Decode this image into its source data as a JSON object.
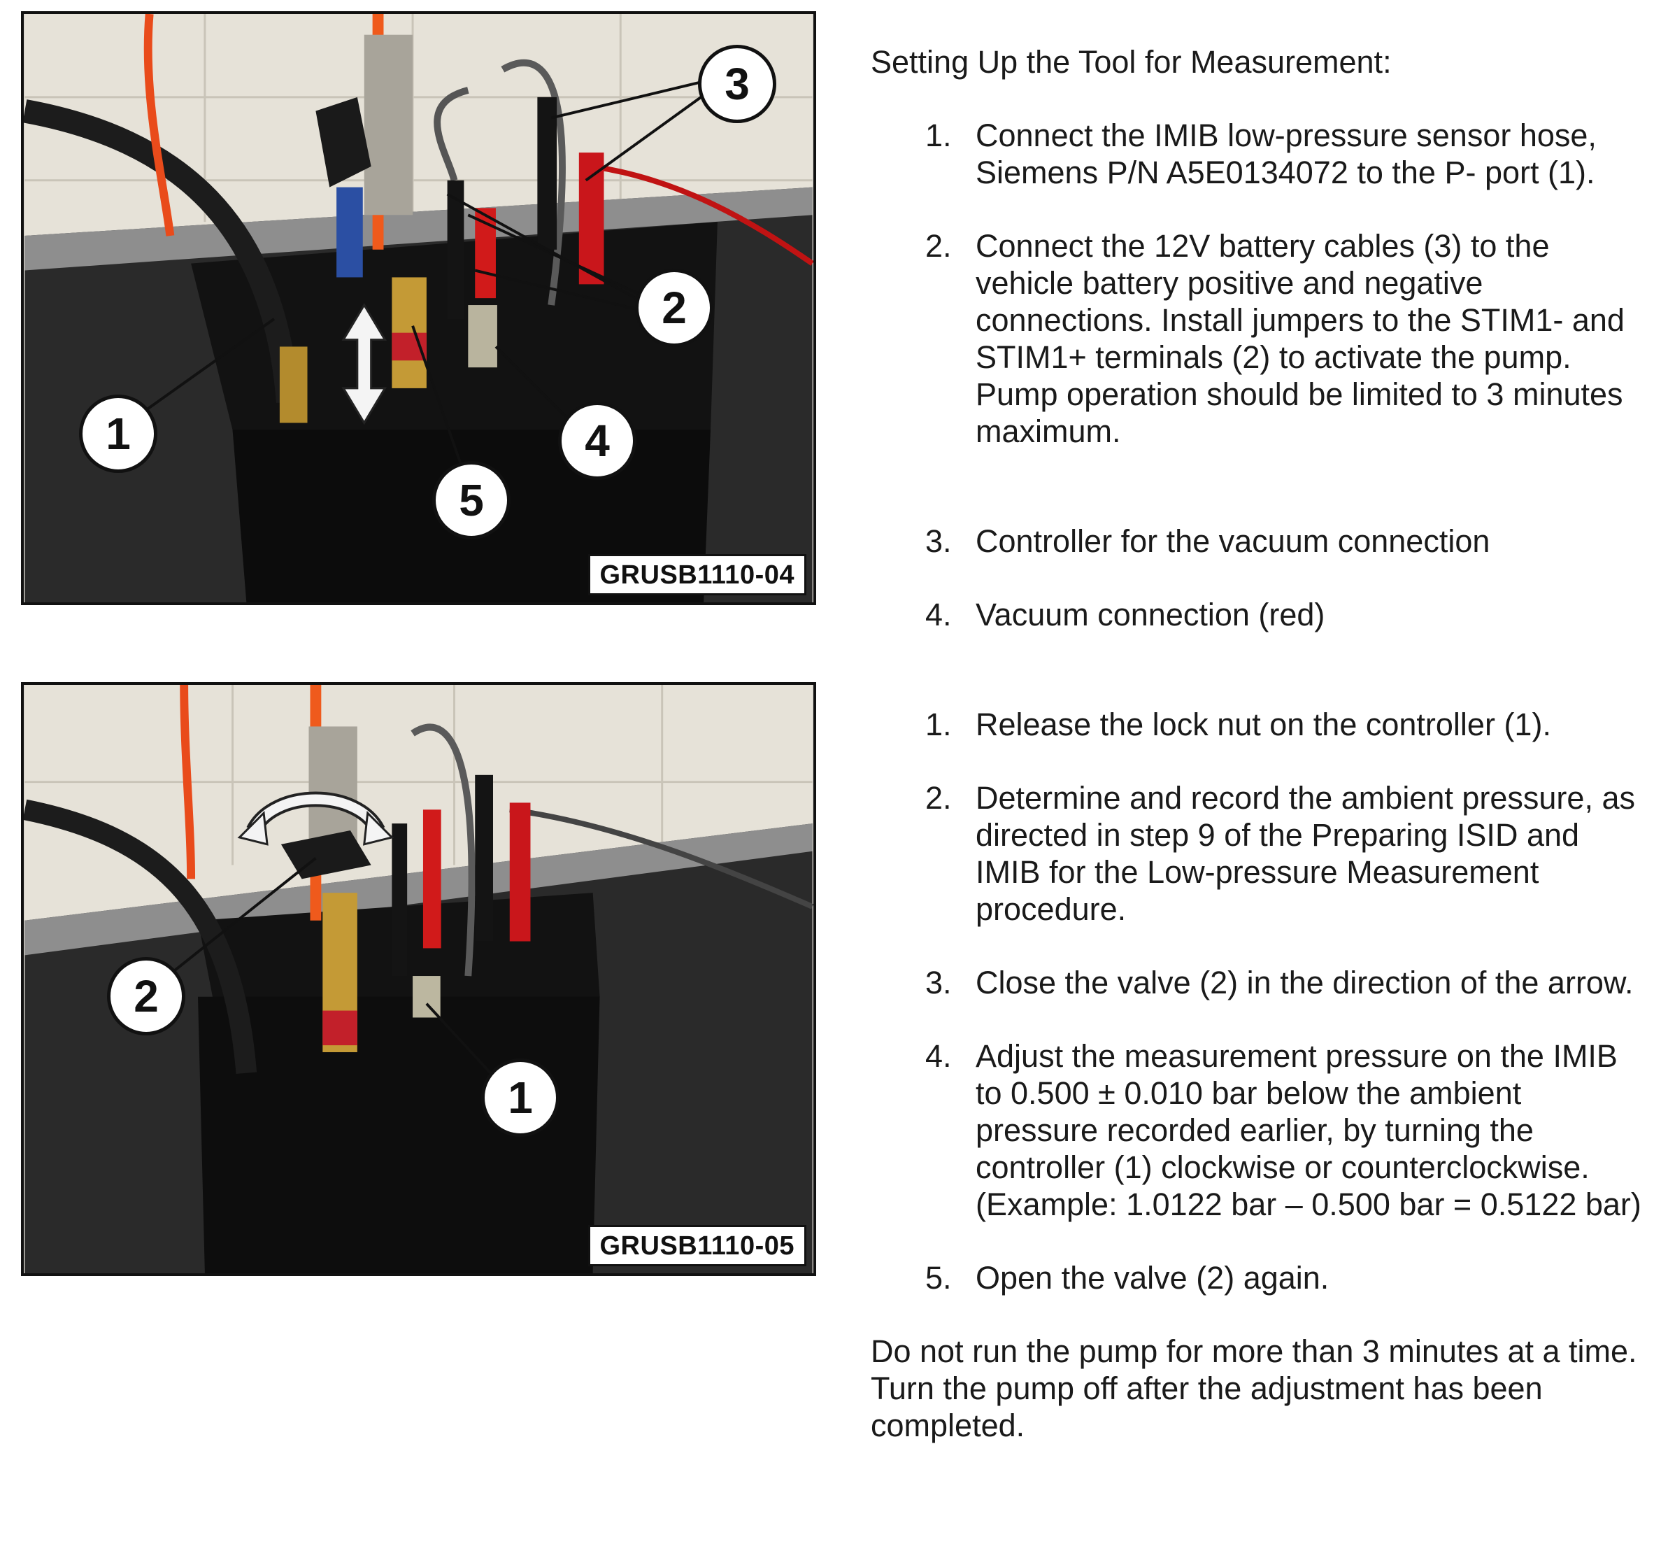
{
  "figures": [
    {
      "label": "GRUSB1110-04",
      "callouts": [
        "1",
        "2",
        "3",
        "4",
        "5"
      ]
    },
    {
      "label": "GRUSB1110-05",
      "callouts": [
        "1",
        "2"
      ]
    }
  ],
  "section1": {
    "heading": "Setting Up the Tool for Measurement:",
    "steps": [
      {
        "num": "1.",
        "text": "Connect the IMIB low-pressure sensor hose, Siemens P/N A5E0134072 to the P- port (1)."
      },
      {
        "num": "2.",
        "text": "Connect the 12V battery cables (3) to the vehicle battery positive and negative connections. Install jumpers to the STIM1- and STIM1+ terminals (2) to activate the pump. Pump operation should be limited to 3 minutes maximum."
      },
      {
        "num": "3.",
        "text": "Controller for the vacuum connection"
      },
      {
        "num": "4.",
        "text": "Vacuum connection (red)"
      }
    ]
  },
  "section2": {
    "steps": [
      {
        "num": "1.",
        "text": "Release the lock nut on the controller (1)."
      },
      {
        "num": "2.",
        "text": "Determine and record the ambient pressure, as directed in step 9 of the Preparing ISID and IMIB for the Low-pressure Measurement procedure."
      },
      {
        "num": "3.",
        "text": "Close the valve (2) in the direction of the arrow."
      },
      {
        "num": "4.",
        "text": "Adjust the measurement pressure on the IMIB to 0.500 ± 0.010 bar below the ambient pressure recorded earlier, by turning the controller (1) clockwise or counterclockwise. (Example: 1.0122 bar – 0.500 bar = 0.5122 bar)"
      },
      {
        "num": "5.",
        "text": "Open the valve (2) again."
      }
    ],
    "note": "Do not run the pump for more than 3 minutes at a time. Turn the pump off after the adjustment has been completed."
  }
}
